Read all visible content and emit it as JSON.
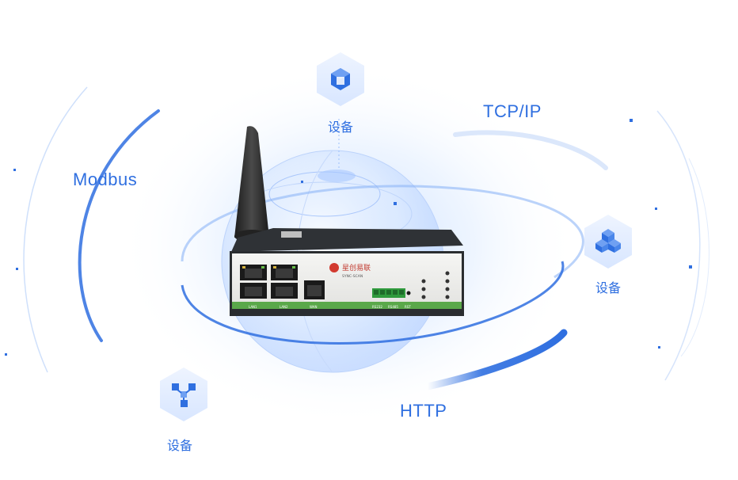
{
  "protocols": {
    "modbus": "Modbus",
    "tcpip": "TCP/IP",
    "http": "HTTP"
  },
  "devices": {
    "top": {
      "label": "设备",
      "icon": "cube-icon"
    },
    "right": {
      "label": "设备",
      "icon": "stacked-cubes-icon"
    },
    "bottom_left": {
      "label": "设备",
      "icon": "network-cubes-icon"
    }
  },
  "router": {
    "brand_cn": "星创易联",
    "brand_en": "SYNC-SCAN",
    "port_labels": {
      "lan_left": "LAN1",
      "lan_mid": "LAN2",
      "wan": "WAN",
      "rs232": "RS232",
      "rs485": "RS485",
      "rst": "RST"
    }
  },
  "colors": {
    "accent": "#2f6fe0",
    "accent_light": "#cfe0fb",
    "router_green": "#5aa84a",
    "router_body": "#2a2d30"
  }
}
